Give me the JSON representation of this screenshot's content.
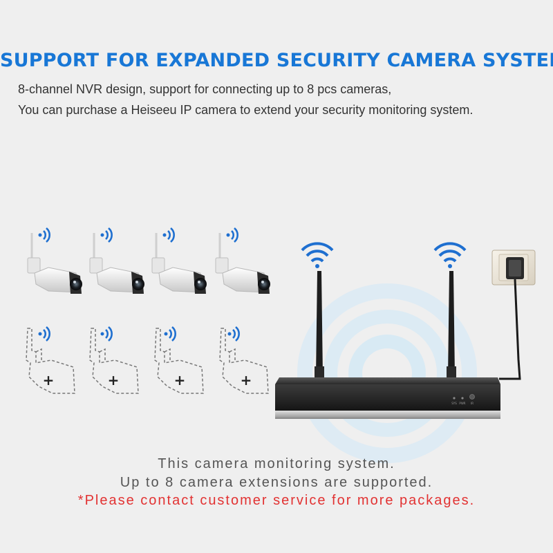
{
  "headline": "SUPPORT FOR EXPANDED SECURITY CAMERA SYSTEMS.",
  "intro": {
    "line1": "8-channel NVR design, support for connecting up to 8 pcs cameras,",
    "line2": "You can purchase a Heiseeu IP camera to extend your security monitoring system."
  },
  "footer": {
    "line1": "This camera monitoring system.",
    "line2": "Up to 8 camera extensions are supported.",
    "line3": "*Please contact customer service for more packages."
  },
  "nvr": {
    "led_labels": [
      "SYS",
      "PWR",
      "IR"
    ]
  },
  "slots": {
    "plus_symbol": "+"
  },
  "icons": {
    "wifi": "wifi-icon",
    "camera": "bullet-camera-icon",
    "placeholder": "empty-camera-slot-icon",
    "outlet": "power-outlet-icon"
  },
  "colors": {
    "headline": "#1877d6",
    "accent_wifi": "#1e6fd0",
    "body_text": "#333333",
    "footer_text": "#555555",
    "warning_text": "#e23232",
    "background": "#efefef"
  }
}
